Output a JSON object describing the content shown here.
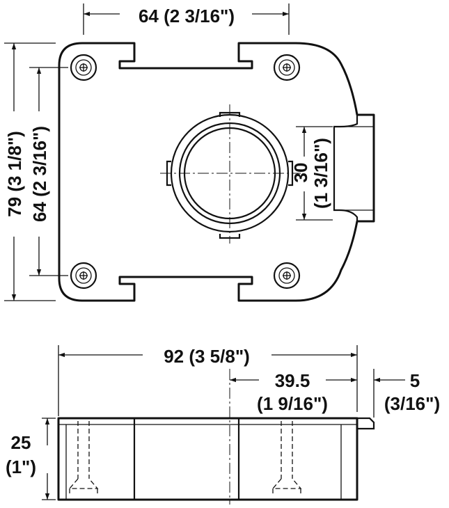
{
  "dimensions": {
    "top_width": "64 (2 3/16\")",
    "overall_height": "79 (3 1/8\")",
    "hole_spacing_vertical": "64 (2 3/16\")",
    "bolt_height": "30",
    "bolt_height_inch": "(1 3/16\")",
    "overall_length": "92 (3 5/8\")",
    "offset": "39.5",
    "offset_inch": "(1 9/16\")",
    "bolt_projection": "5",
    "bolt_projection_inch": "(3/16\")",
    "thickness": "25",
    "thickness_inch": "(1\")"
  }
}
